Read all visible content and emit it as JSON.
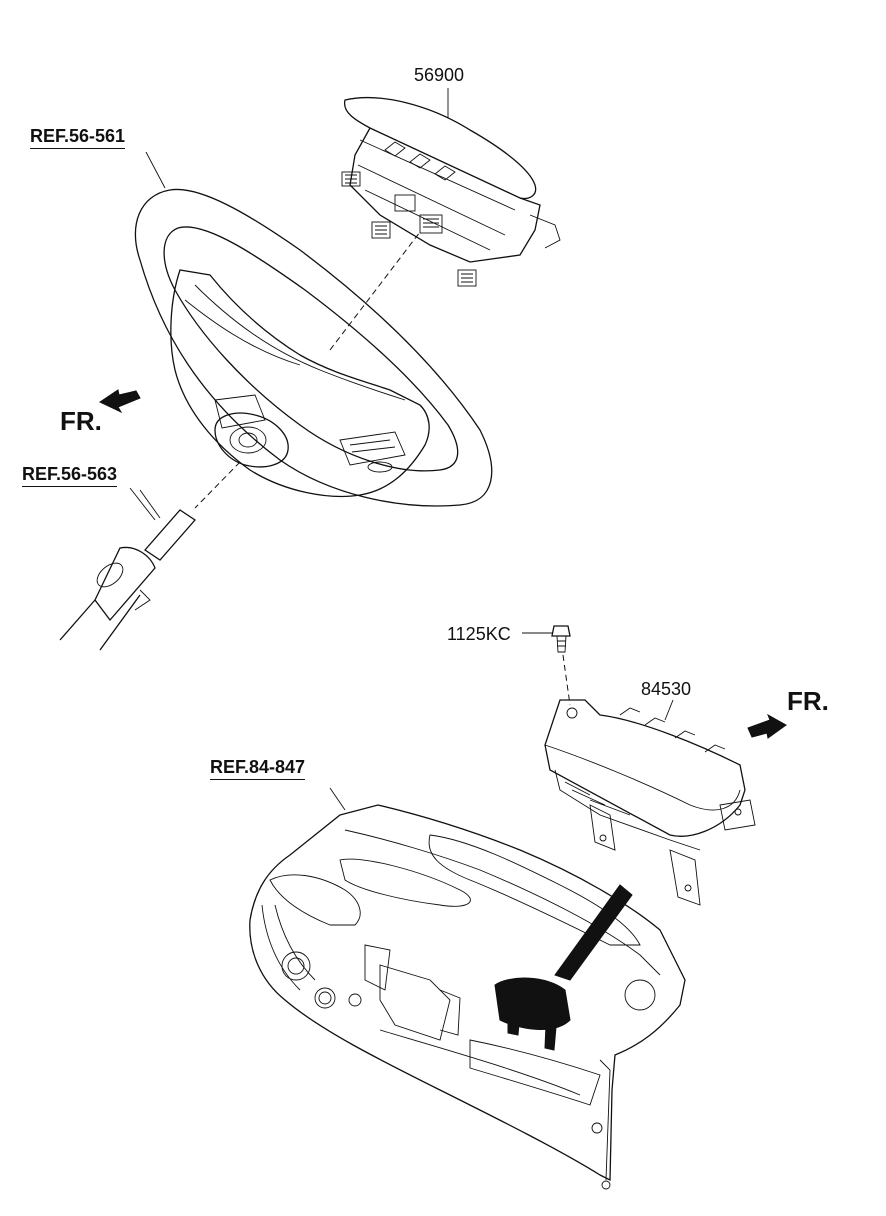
{
  "labels": {
    "ref_steering_wheel": "REF.56-561",
    "ref_steering_column": "REF.56-563",
    "ref_crash_pad": "REF.84-847",
    "part_driver_airbag": "56900",
    "part_passenger_airbag": "84530",
    "part_bolt": "1125KC",
    "front_upper": "FR.",
    "front_lower": "FR."
  }
}
